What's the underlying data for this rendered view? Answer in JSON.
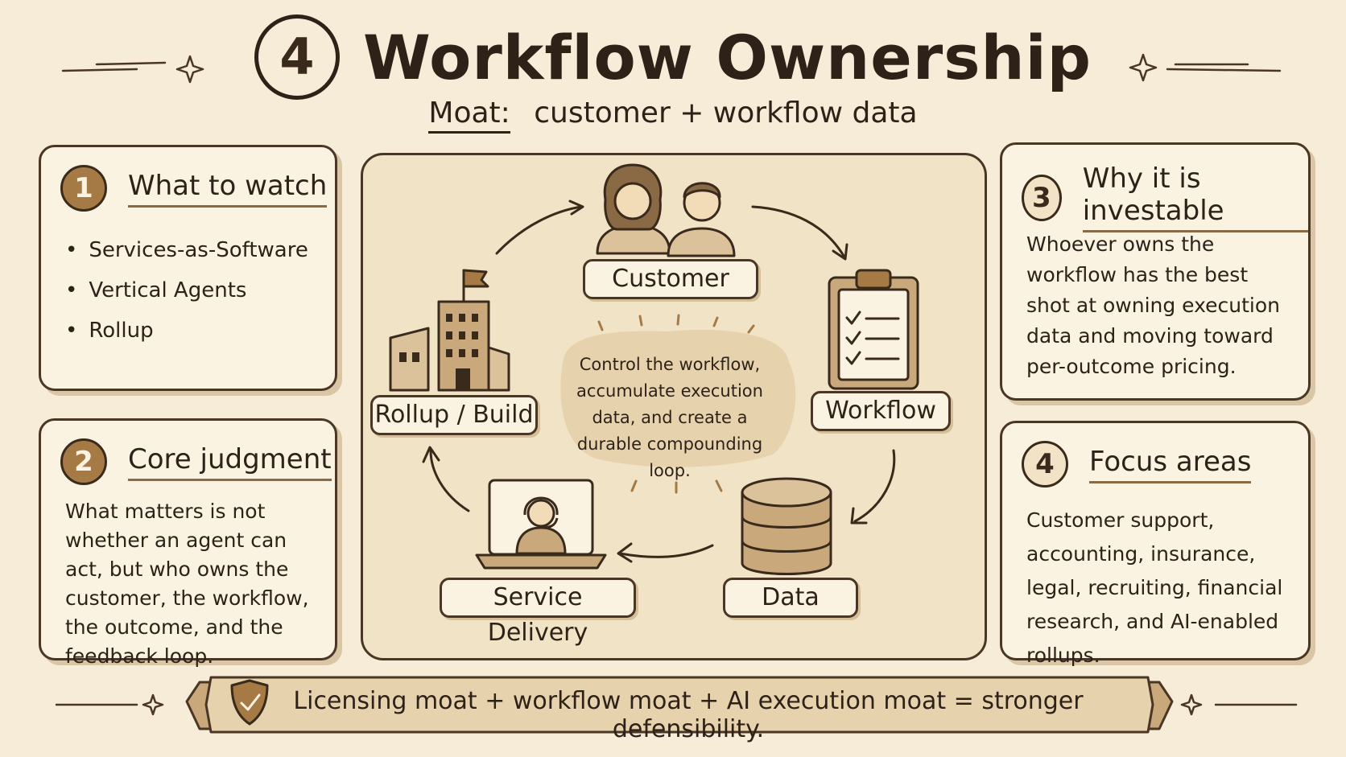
{
  "title": {
    "number": "4",
    "text": "Workflow Ownership"
  },
  "subtitle": {
    "prefix": "Moat:",
    "text": "customer + workflow data"
  },
  "cards": {
    "watch": {
      "number": "1",
      "title": "What to watch",
      "items": [
        "Services-as-Software",
        "Vertical Agents",
        "Rollup"
      ]
    },
    "judgment": {
      "number": "2",
      "title": "Core judgment",
      "body": "What matters is not whether an agent can act, but who owns the customer, the workflow, the outcome, and the feedback loop."
    },
    "investable": {
      "number": "3",
      "title": "Why it is investable",
      "body": "Whoever owns the workflow has the best shot at owning execution data and moving toward per-outcome pricing."
    },
    "focus": {
      "number": "4",
      "title": "Focus areas",
      "body": "Customer support, accounting, insurance, legal, recruiting, financial research, and AI-enabled rollups."
    }
  },
  "loop": {
    "nodes": [
      "Customer",
      "Workflow",
      "Data",
      "Service Delivery",
      "Rollup / Build"
    ],
    "center": "Control the workflow, accumulate execution data, and create a durable compounding loop.",
    "icons": [
      "people-icon",
      "clipboard-icon",
      "database-icon",
      "support-agent-icon",
      "buildings-icon"
    ]
  },
  "banner": {
    "text": "Licensing moat + workflow moat + AI execution moat = stronger defensibility."
  },
  "colors": {
    "background": "#f6ecd7",
    "ink": "#2e2218",
    "accent": "#a57a45",
    "panel": "#f1e3c6"
  }
}
